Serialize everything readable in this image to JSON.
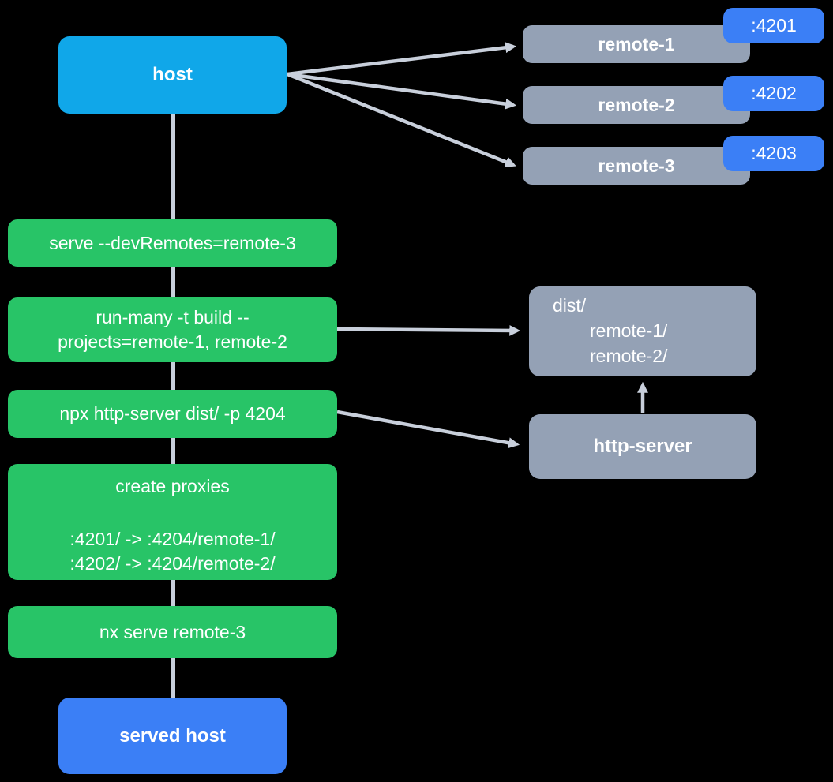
{
  "colors": {
    "background": "#000000",
    "host_blue": "#10a7e9",
    "royal_blue": "#3b7ff6",
    "action_green": "#28c467",
    "node_gray": "#94a1b5",
    "wire_gray": "#c8cfdb",
    "text_white": "#ffffff"
  },
  "host": {
    "label": "host"
  },
  "remotes": [
    {
      "label": "remote-1",
      "port": ":4201"
    },
    {
      "label": "remote-2",
      "port": ":4202"
    },
    {
      "label": "remote-3",
      "port": ":4203"
    }
  ],
  "pipeline": {
    "serve": "serve --devRemotes=remote-3",
    "run_many": {
      "line1": "run-many -t build --",
      "line2": "projects=remote-1, remote-2"
    },
    "http_server_cmd": "npx http-server dist/ -p 4204",
    "proxies": {
      "title": "create proxies",
      "rule1": ":4201/ -> :4204/remote-1/",
      "rule2": ":4202/ -> :4204/remote-2/"
    },
    "nx_serve": "nx serve remote-3"
  },
  "dist": {
    "root": "dist/",
    "child1": "remote-1/",
    "child2": "remote-2/"
  },
  "http_server": {
    "label": "http-server"
  },
  "served_host": {
    "label": "served host"
  }
}
